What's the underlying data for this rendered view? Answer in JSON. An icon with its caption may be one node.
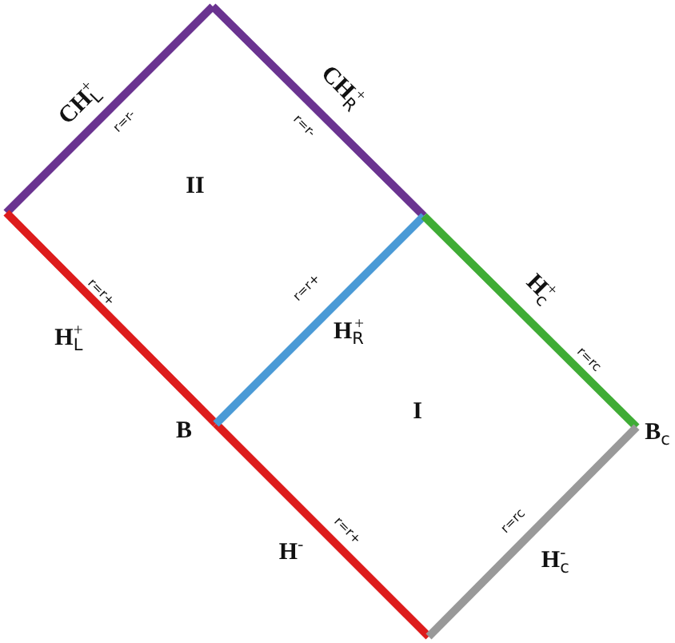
{
  "diagram": {
    "labels": [
      "CH$_{L}$$^{+}$",
      "r=r-",
      "CH$_{R}$$^{+}$",
      "r=r-",
      "II",
      "r=r+",
      "r=r+",
      "H$_{c}$$^{+}$",
      "H$_{L}$$^{+}$",
      "H$_{R}$$^{+}$",
      "r=rc",
      "B",
      "I",
      "B$_{c}$",
      "r=r+",
      "r=rc",
      "H$^{-}$",
      "H$_{c}$$^{-}$"
    ]
  }
}
